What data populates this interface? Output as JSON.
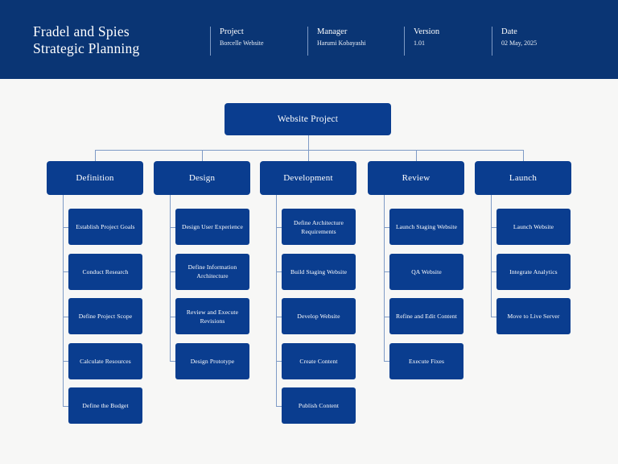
{
  "header": {
    "title": "Fradel and Spies\nStrategic Planning",
    "background_color": "#0a3574",
    "meta": [
      {
        "label": "Project",
        "value": "Borcelle Website"
      },
      {
        "label": "Manager",
        "value": "Harumi Kobayashi"
      },
      {
        "label": "Version",
        "value": "1.01"
      },
      {
        "label": "Date",
        "value": "02 May, 2025"
      }
    ]
  },
  "chart_data": {
    "type": "tree",
    "node_color": "#0a3d8f",
    "connector_color": "#7f9bc6",
    "background_color": "#f7f7f6",
    "root": "Website Project",
    "branches": [
      {
        "label": "Definition",
        "children": [
          "Establish Project Goals",
          "Conduct Research",
          "Define Project Scope",
          "Calculate Resources",
          "Define the Budget"
        ]
      },
      {
        "label": "Design",
        "children": [
          "Design User Experience",
          "Define Information Architecture",
          "Review and Execute Revisions",
          "Design Prototype"
        ]
      },
      {
        "label": "Development",
        "children": [
          "Define Architecture Requirements",
          "Build Staging Website",
          "Develop Website",
          "Create Content",
          "Publish Content"
        ]
      },
      {
        "label": "Review",
        "children": [
          "Launch Staging Website",
          "QA Website",
          "Refine and Edit Content",
          "Execute Fixes"
        ]
      },
      {
        "label": "Launch",
        "children": [
          "Launch Website",
          "Integrate Analytics",
          "Move to Live Server"
        ]
      }
    ]
  }
}
